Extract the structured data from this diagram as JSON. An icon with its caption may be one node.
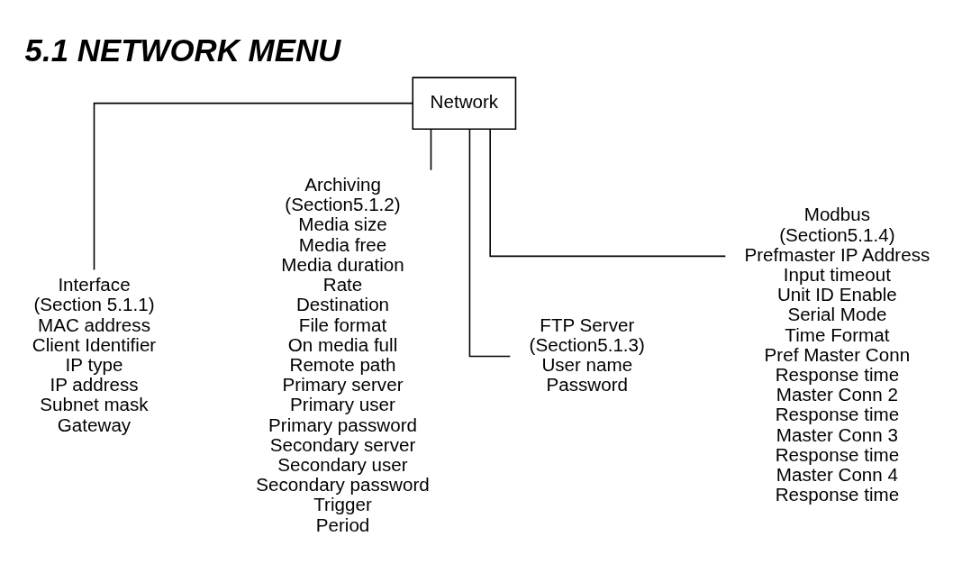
{
  "diagram": {
    "title": "5.1 NETWORK MENU",
    "nodes": [
      {
        "text": [
          "Network"
        ]
      },
      {
        "text": [
          "Interface",
          "(Section 5.1.1)",
          "MAC address",
          "Client Identifier",
          "IP type",
          "IP address",
          "Subnet mask",
          "Gateway"
        ]
      },
      {
        "text": [
          "Archiving",
          "(Section5.1.2)",
          "Media size",
          "Media free",
          "Media duration",
          "Rate",
          "Destination",
          "File format",
          "On media full",
          "Remote path",
          "Primary server",
          "Primary user",
          "Primary password",
          "Secondary server",
          "Secondary user",
          "Secondary password",
          "Trigger",
          "Period"
        ]
      },
      {
        "text": [
          "FTP Server",
          "(Section5.1.3)",
          "User name",
          "Password"
        ]
      },
      {
        "text": [
          "Modbus",
          "(Section5.1.4)",
          "Prefmaster IP Address",
          "Input timeout",
          "Unit ID Enable",
          "Serial Mode",
          "Time Format",
          "Pref Master Conn",
          "Response time",
          "Master Conn 2",
          "Response time",
          "Master Conn 3",
          "Response time",
          "Master Conn 4",
          "Response time"
        ]
      }
    ],
    "edges": [
      {
        "from": 0,
        "to": 1,
        "arrow": "none"
      },
      {
        "from": 0,
        "to": 2,
        "arrow": "none"
      },
      {
        "from": 0,
        "to": 3,
        "arrow": "none"
      },
      {
        "from": 0,
        "to": 4,
        "arrow": "none"
      }
    ]
  }
}
